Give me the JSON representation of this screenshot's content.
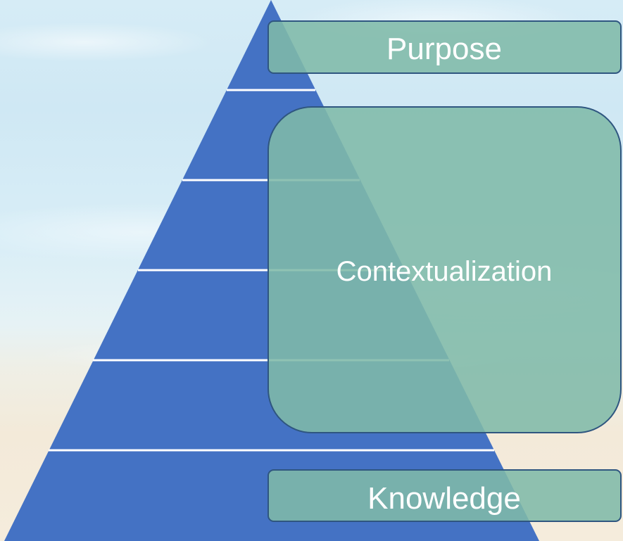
{
  "diagram": {
    "levels": 6,
    "labels": {
      "top": "Purpose",
      "middle": "Contextualization",
      "bottom": "Knowledge"
    }
  },
  "colors": {
    "pyramid": "#4472c4",
    "pyramid_lines": "#ffffff",
    "box_fill": "#7fb9a8",
    "box_border": "#2f5680",
    "label_text": "#ffffff"
  }
}
